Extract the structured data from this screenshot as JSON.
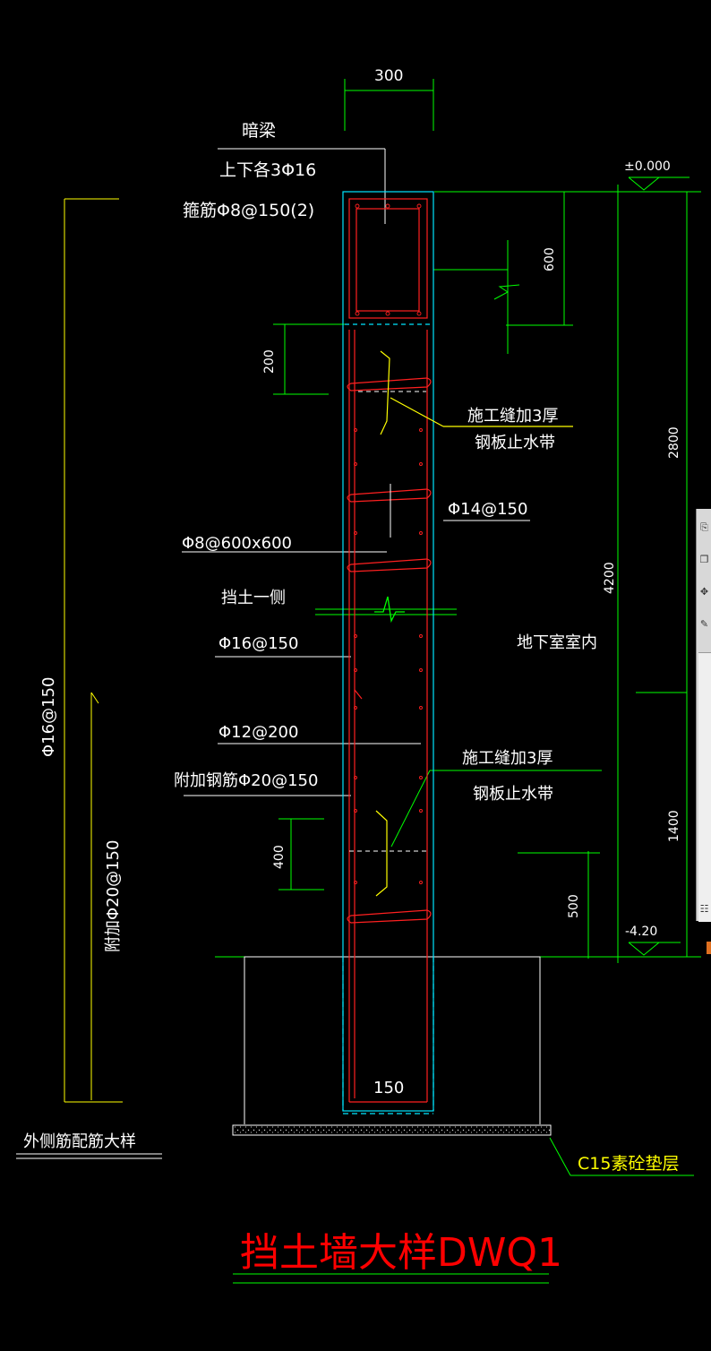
{
  "drawing": {
    "title": "挡土墙大样DWQ1",
    "side_detail_title": "外侧筋配筋大样",
    "beam": {
      "name": "暗梁",
      "top_bottom_bars": "上下各3Φ16",
      "stirrups": "箍筋Φ8@150(2)"
    },
    "dimensions": {
      "wall_thickness": "300",
      "beam_height": "600",
      "joint_offset_top": "200",
      "joint_offset_bottom": "400",
      "upper_height": "2800",
      "total_height": "4200",
      "lower_height": "1400",
      "waterstop_height": "500",
      "rebar_bend": "150"
    },
    "elevations": {
      "top": "±0.000",
      "bottom": "-4.20"
    },
    "labels": {
      "joint_top_line1": "施工缝加3厚",
      "joint_top_line2": "钢板止水带",
      "joint_bottom_line1": "施工缝加3厚",
      "joint_bottom_line2": "钢板止水带",
      "inner_vertical": "Φ14@150",
      "tie_bars": "Φ8@600x600",
      "soil_side": "挡土一侧",
      "basement_side": "地下室室内",
      "outer_vertical": "Φ16@150",
      "horizontal": "Φ12@200",
      "additional_bars": "附加钢筋Φ20@150",
      "cushion": "C15素砼垫层",
      "left_bar_main": "Φ16@150",
      "left_bar_add": "附加Φ20@150"
    },
    "colors": {
      "background": "#000000",
      "dimension": "#00ff00",
      "text": "#ffffff",
      "rebar": "#ff2020",
      "concrete": "#00ffff",
      "leader": "#ffff00",
      "title": "#ff0000"
    },
    "panel_icons": [
      "copy-icon",
      "duplicate-icon",
      "move-icon",
      "edit-icon",
      "layers-icon"
    ]
  }
}
